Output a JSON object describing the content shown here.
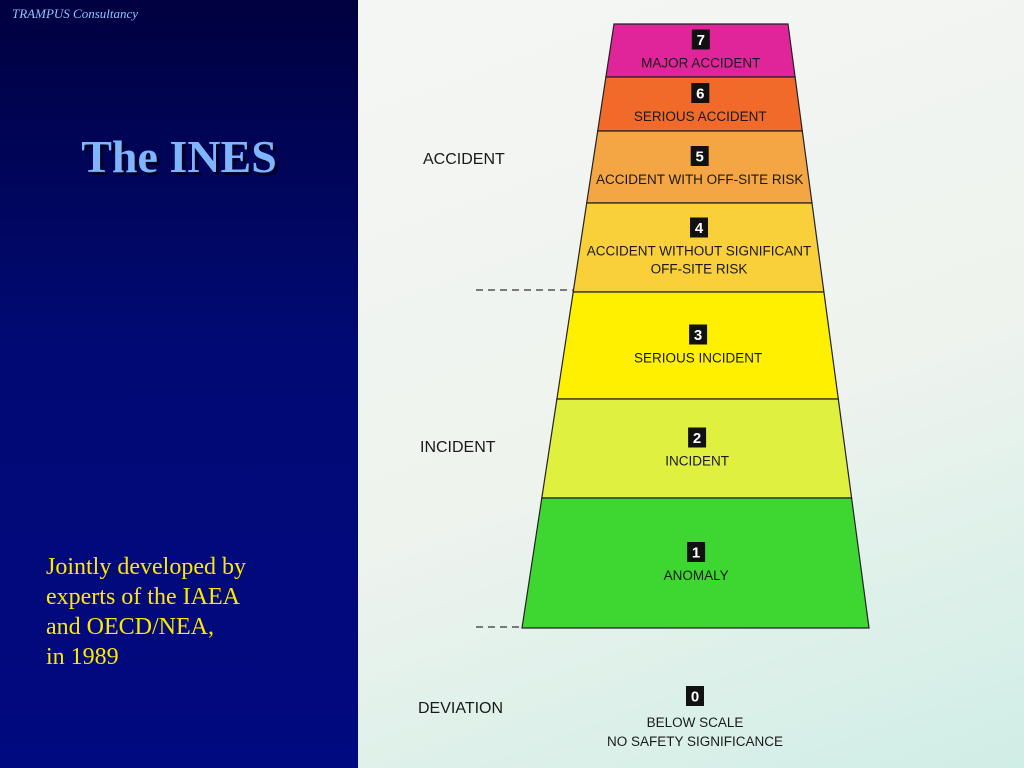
{
  "brand": "TRAMPUS Consultancy",
  "title": "The INES",
  "note": [
    "Jointly developed by",
    "experts of the IAEA",
    "and OECD/NEA,",
    "in 1989"
  ],
  "categories": {
    "accident": "ACCIDENT",
    "incident": "INCIDENT",
    "deviation": "DEVIATION"
  },
  "levels": [
    {
      "number": "7",
      "lines": [
        "MAJOR ACCIDENT"
      ],
      "color": "#e0259a"
    },
    {
      "number": "6",
      "lines": [
        "SERIOUS ACCIDENT"
      ],
      "color": "#f26a2a"
    },
    {
      "number": "5",
      "lines": [
        "ACCIDENT WITH OFF-SITE RISK"
      ],
      "color": "#f5a644"
    },
    {
      "number": "4",
      "lines": [
        "ACCIDENT WITHOUT SIGNIFICANT",
        "OFF-SITE RISK"
      ],
      "color": "#f9cf3a"
    },
    {
      "number": "3",
      "lines": [
        "SERIOUS INCIDENT"
      ],
      "color": "#fff000"
    },
    {
      "number": "2",
      "lines": [
        "INCIDENT"
      ],
      "color": "#dff03e"
    },
    {
      "number": "1",
      "lines": [
        "ANOMALY"
      ],
      "color": "#3ed631"
    },
    {
      "number": "0",
      "lines": [
        "BELOW SCALE",
        "NO SAFETY SIGNIFICANCE"
      ],
      "color": ""
    }
  ]
}
